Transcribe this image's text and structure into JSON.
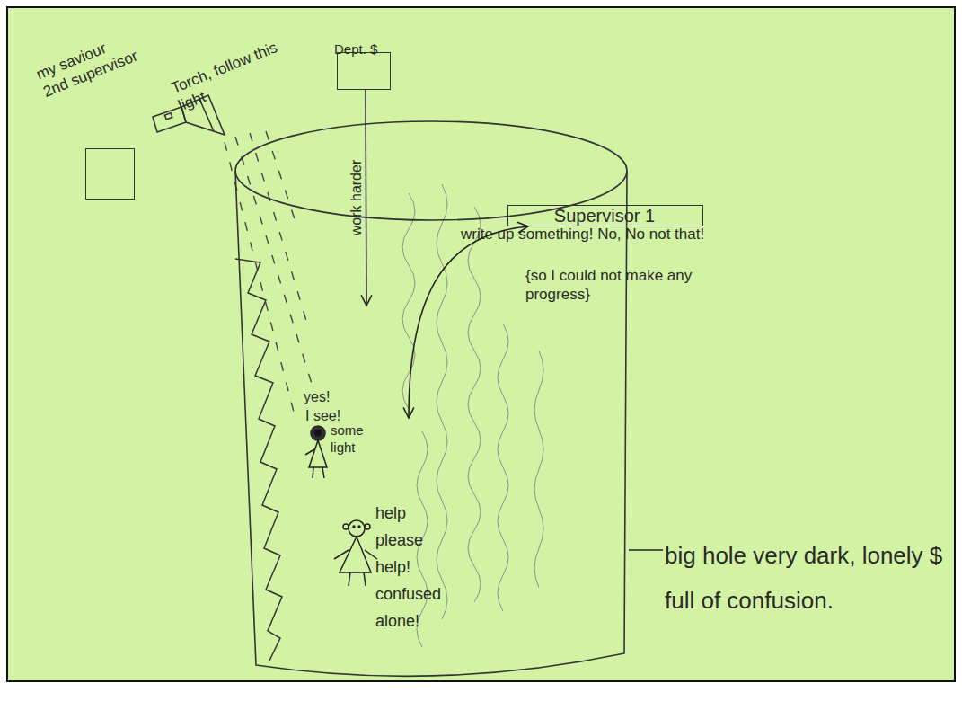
{
  "diagram": {
    "nodes": [
      {
        "text": [
          "my saviour 2nd supervisor"
        ]
      },
      {
        "text": [
          "Dept. $"
        ]
      },
      {
        "text": [
          "Supervisor 1"
        ]
      },
      {
        "text": [
          "big hole very dark, lonely $ full of confusion."
        ]
      }
    ],
    "edges": [
      {
        "from": 1,
        "to": 3,
        "arrow": "to",
        "label": "work harder"
      },
      {
        "from": 2,
        "to": 3,
        "arrow": "both"
      }
    ],
    "labels": [
      "Torch, follow this light",
      "write up something! No, No not that!",
      "{so I could not make any progress}",
      "yes!",
      "I see!",
      "some light",
      "help please help! confused alone!"
    ]
  }
}
